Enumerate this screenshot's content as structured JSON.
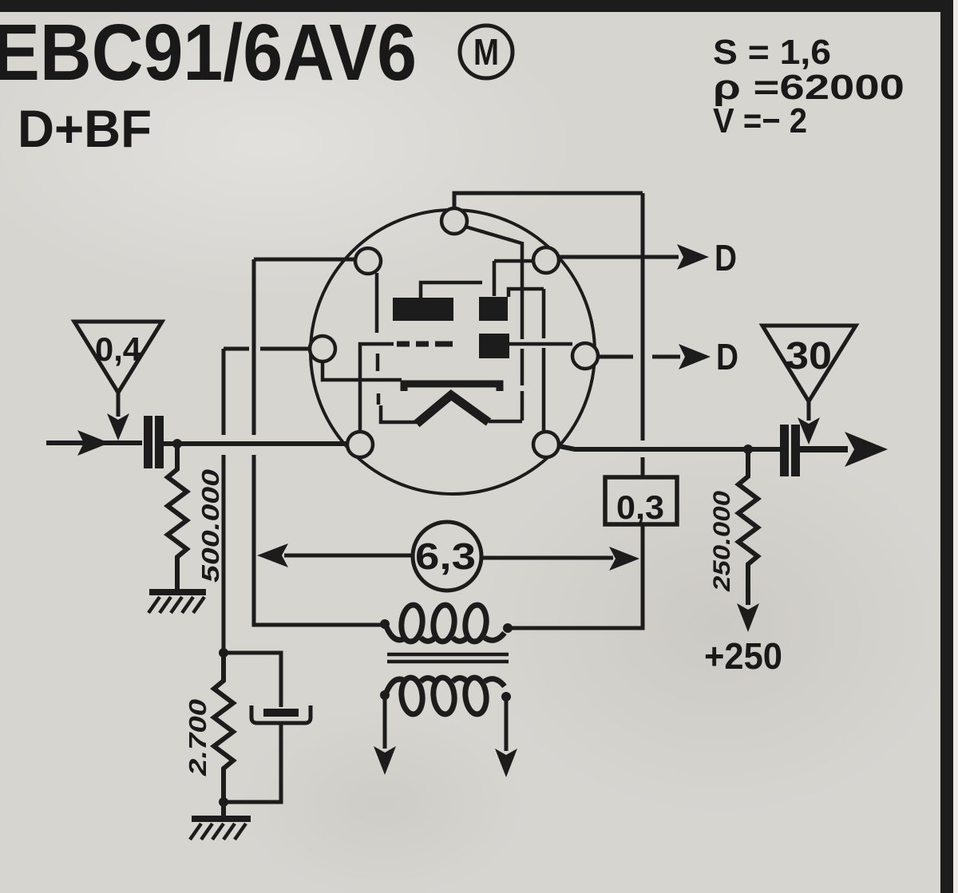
{
  "page": {
    "title": "EBC91/6AV6",
    "badge": "M",
    "subtitle": "D+BF"
  },
  "specs": {
    "transconductance": "S = 1,6",
    "plate_resistance": "ρ =62000",
    "grid_voltage": "V =− 2"
  },
  "levels": {
    "input": "0,4",
    "output": "30"
  },
  "diode_outputs": {
    "d1": "D",
    "d2": "D"
  },
  "heater": {
    "voltage": "6,3"
  },
  "plate": {
    "current": "0,3",
    "supply": "+250"
  },
  "resistors": {
    "grid": "500.000",
    "cathode": "2.700",
    "plate_load": "250.000"
  },
  "colors": {
    "ink": "#1c1c1c",
    "paper": "#d7d5d0"
  }
}
